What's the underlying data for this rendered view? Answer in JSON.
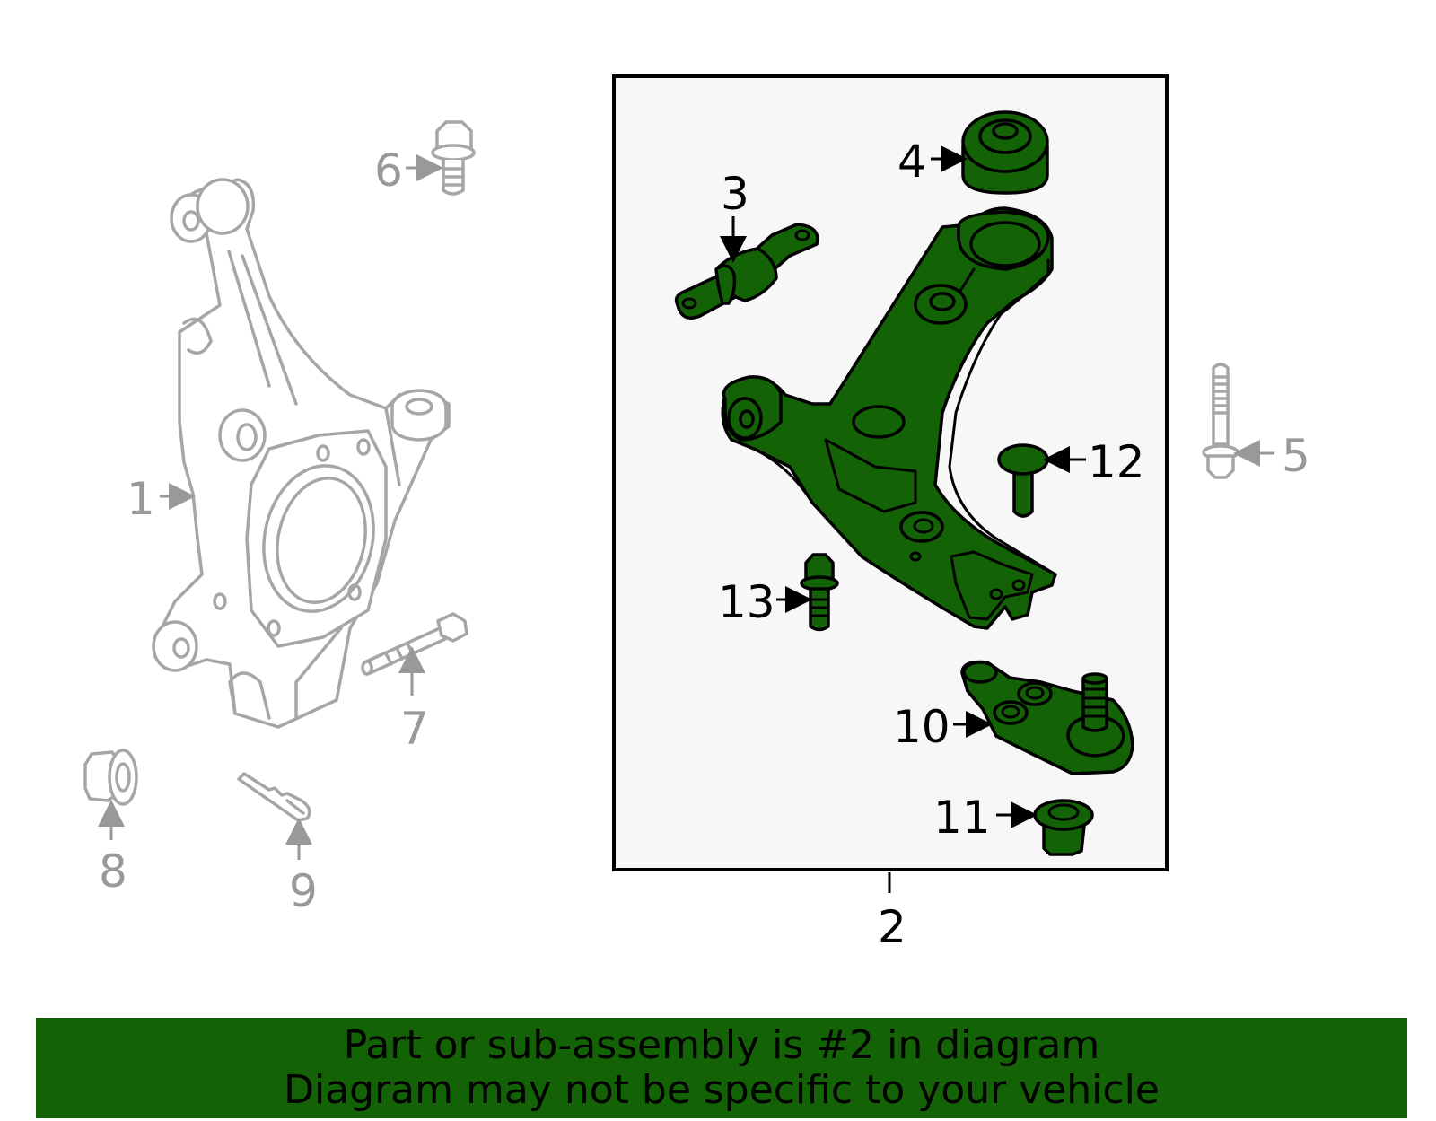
{
  "diagram": {
    "callouts": [
      "1",
      "2",
      "3",
      "4",
      "5",
      "6",
      "7",
      "8",
      "9",
      "10",
      "11",
      "12",
      "13"
    ],
    "highlighted_part": "2",
    "colors": {
      "highlight": "#136306",
      "ghost_stroke": "#a6a6a6",
      "ghost_label": "#999999",
      "panel_bg": "#f7f7f7"
    }
  },
  "banner": {
    "line1": "Part or sub-assembly is #2 in diagram",
    "line2": "Diagram may not be specific to your vehicle"
  }
}
